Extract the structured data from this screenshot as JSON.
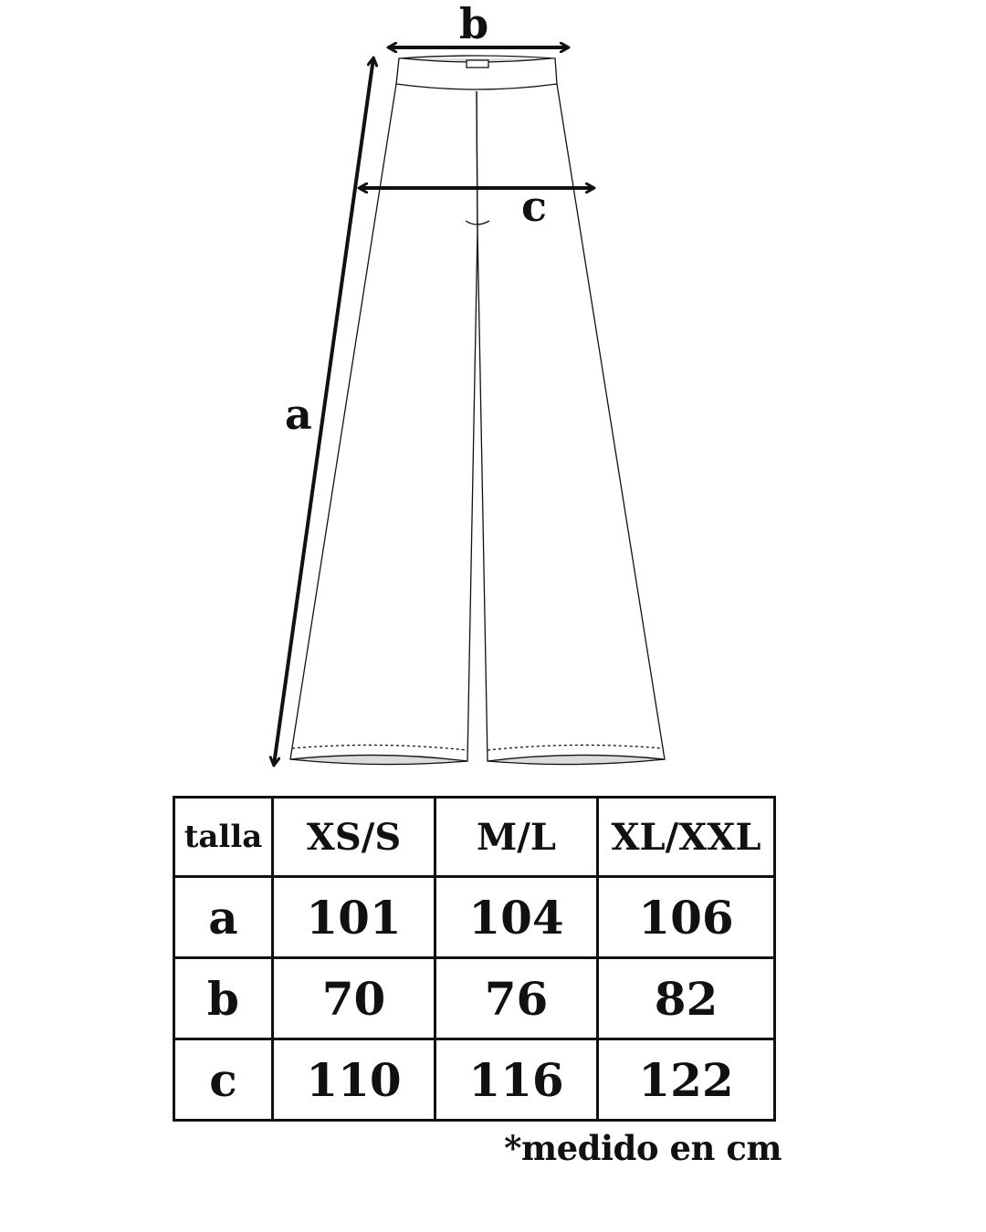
{
  "diagram": {
    "labels": {
      "a": "a",
      "b": "b",
      "c": "c"
    }
  },
  "table": {
    "header": [
      "talla",
      "XS/S",
      "M/L",
      "XL/XXL"
    ],
    "rows": [
      {
        "label": "a",
        "values": [
          "101",
          "104",
          "106"
        ]
      },
      {
        "label": "b",
        "values": [
          "70",
          "76",
          "82"
        ]
      },
      {
        "label": "c",
        "values": [
          "110",
          "116",
          "122"
        ]
      }
    ]
  },
  "note": "*medido en cm"
}
